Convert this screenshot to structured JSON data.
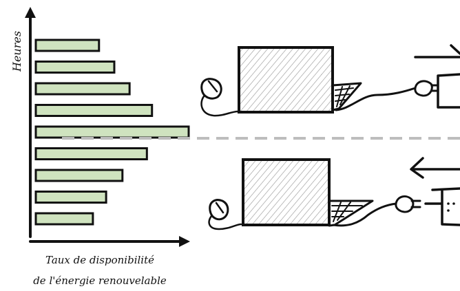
{
  "chart_data": {
    "type": "bar",
    "orientation": "horizontal",
    "ylabel": "Heures",
    "xlabel_line1": "Taux de disponibilité",
    "xlabel_line2": "de l'énergie renouvelable",
    "values": [
      0.62,
      0.77,
      0.92,
      1.14,
      1.5,
      1.09,
      0.85,
      0.69,
      0.56
    ],
    "grid": false
  },
  "colors": {
    "bar_fill": "#cfe3bf",
    "ink": "#111111",
    "divider": "#bdbdbd",
    "hatch": "#9a9a9a"
  },
  "icons": {
    "top_device": "laptop-charging-icon",
    "bottom_device": "laptop-discharging-icon",
    "top_arrow": "arrow-right-icon",
    "bottom_arrow": "arrow-left-icon",
    "plug": "plug-icon",
    "socket": "wall-socket-icon",
    "mouse": "mouse-icon"
  }
}
